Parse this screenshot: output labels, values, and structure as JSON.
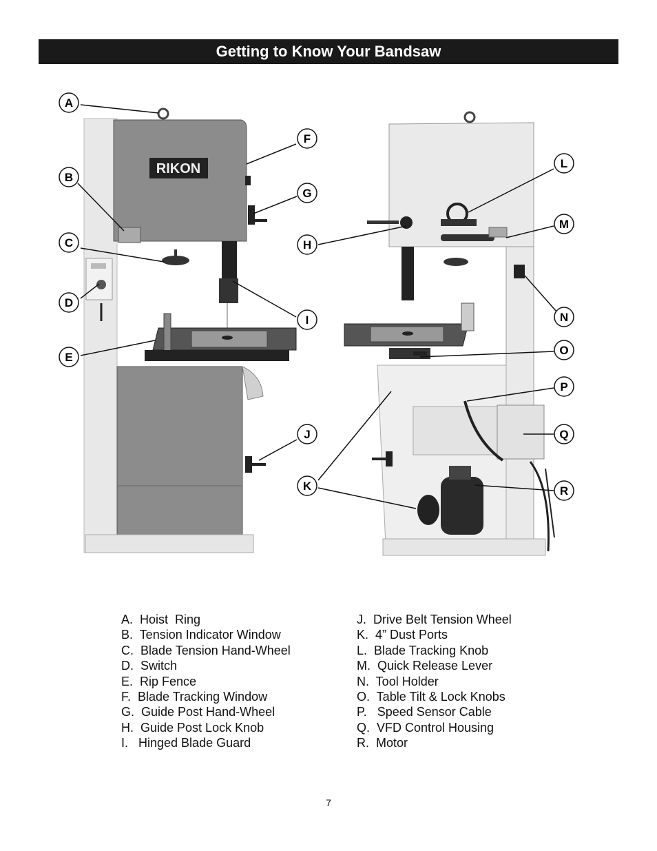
{
  "title": "Getting to Know Your Bandsaw",
  "brand": "RIKON",
  "callouts": [
    "A",
    "B",
    "C",
    "D",
    "E",
    "F",
    "G",
    "H",
    "I",
    "J",
    "K",
    "L",
    "M",
    "N",
    "O",
    "P",
    "Q",
    "R"
  ],
  "legend_left": [
    "A.  Hoist  Ring",
    "B.  Tension Indicator Window",
    "C.  Blade Tension Hand-Wheel",
    "D.  Switch",
    "E.  Rip Fence",
    "F.  Blade Tracking Window",
    "G.  Guide Post Hand-Wheel",
    "H.  Guide Post Lock Knob",
    "I.   Hinged Blade Guard"
  ],
  "legend_right": [
    "J.  Drive Belt Tension Wheel",
    "K.  4” Dust Ports",
    "L.  Blade Tracking Knob",
    "M.  Quick Release Lever",
    "N.  Tool Holder",
    "O.  Table Tilt & Lock Knobs",
    "P.   Speed Sensor Cable",
    "Q.  VFD Control Housing",
    "R.  Motor"
  ],
  "page_number": "7"
}
